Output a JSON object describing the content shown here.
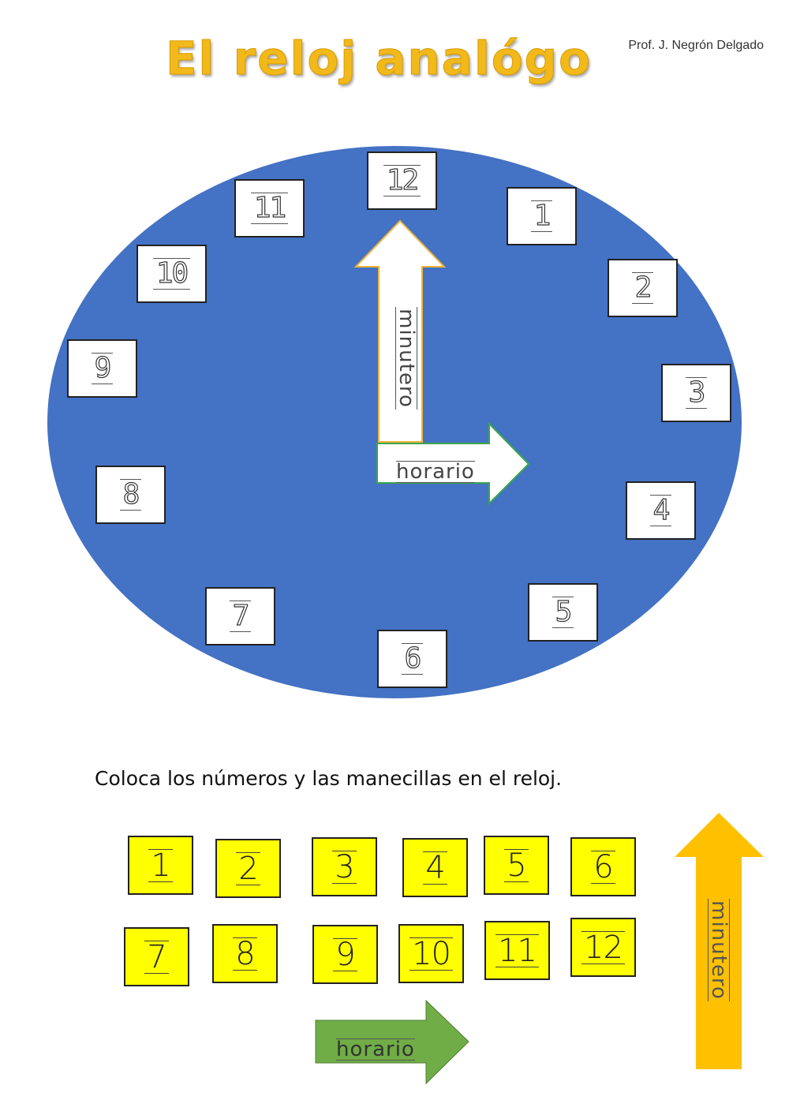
{
  "header": {
    "title": "El reloj analógo",
    "author": "Prof. J. Negrón Delgado"
  },
  "clock": {
    "face_color": "#4472c4",
    "numbers": [
      "12",
      "1",
      "2",
      "3",
      "4",
      "5",
      "6",
      "7",
      "8",
      "9",
      "10",
      "11"
    ],
    "minute_hand_label": "minutero",
    "hour_hand_label": "horario"
  },
  "instruction": "Coloca los números y las manecillas en el reloj.",
  "pieces": {
    "tile_color": "#ffff00",
    "row1": [
      "1",
      "2",
      "3",
      "4",
      "5",
      "6"
    ],
    "row2": [
      "7",
      "8",
      "9",
      "10",
      "11",
      "12"
    ],
    "minute_hand_label": "minutero",
    "minute_hand_color": "#ffc000",
    "hour_hand_label": "horario",
    "hour_hand_color": "#70ad47"
  }
}
